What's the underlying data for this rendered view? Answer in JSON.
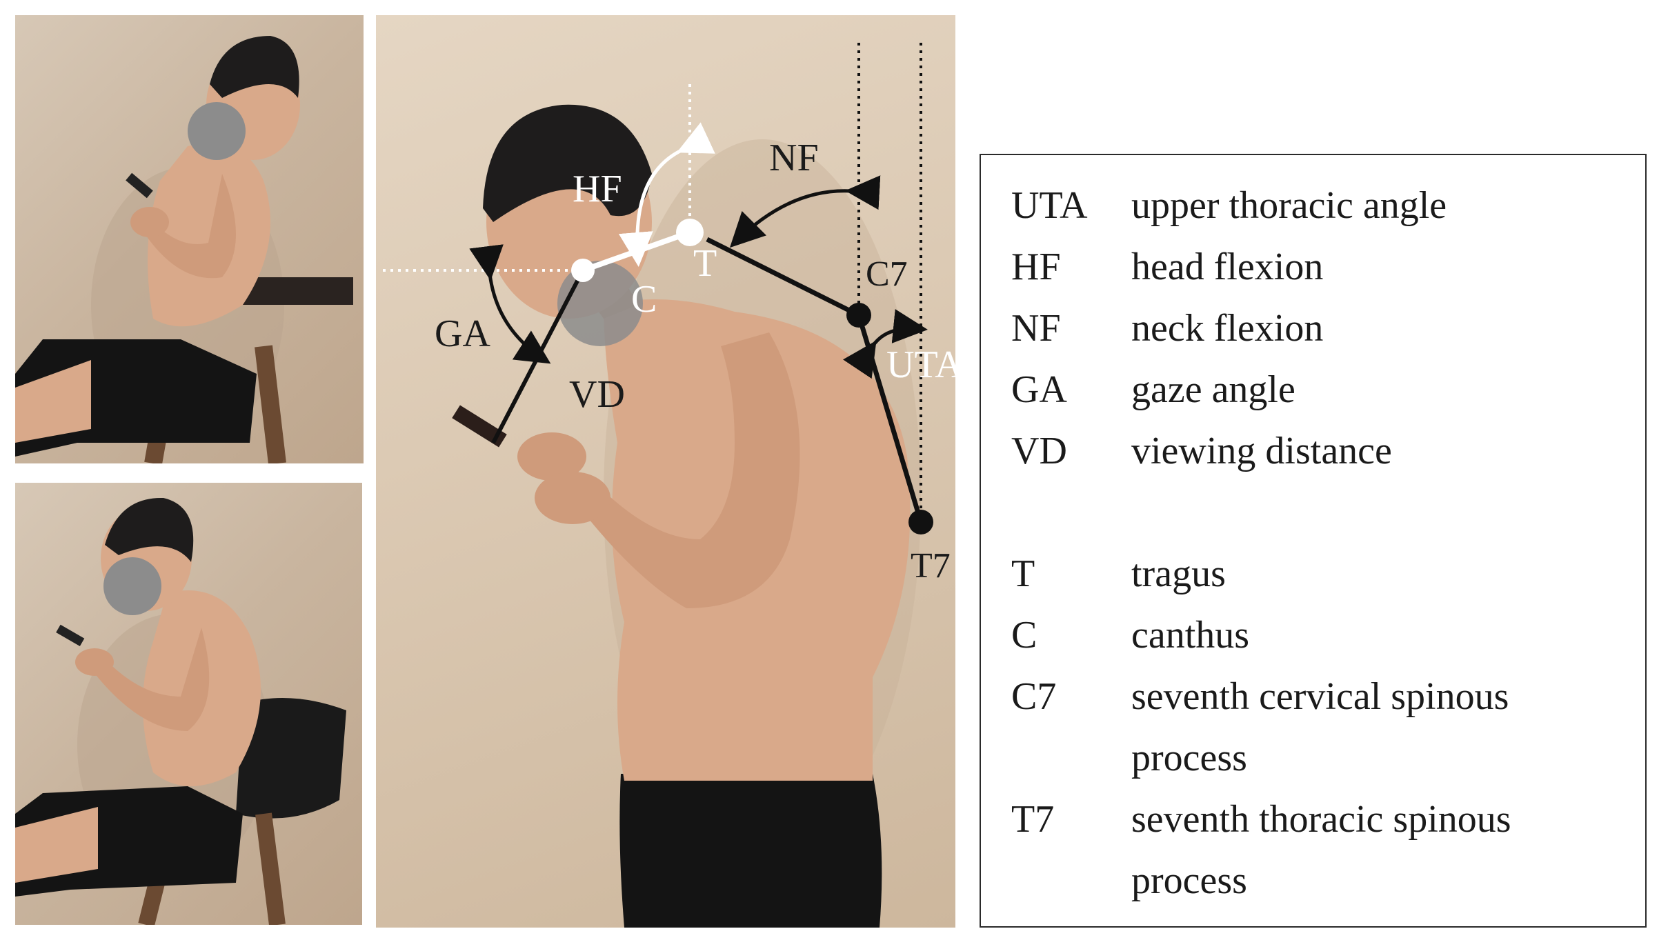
{
  "main_labels": {
    "hf": "HF",
    "nf": "NF",
    "ga": "GA",
    "vd": "VD",
    "uta": "UTA",
    "t": "T",
    "c": "C",
    "c7": "C7",
    "t7": "T7"
  },
  "legend": {
    "items": [
      {
        "abbr": "UTA",
        "desc": "upper thoracic angle"
      },
      {
        "abbr": "HF",
        "desc": "head flexion"
      },
      {
        "abbr": "NF",
        "desc": "neck flexion"
      },
      {
        "abbr": "GA",
        "desc": "gaze angle"
      },
      {
        "abbr": "VD",
        "desc": "viewing distance"
      },
      {
        "abbr": "T",
        "desc": "tragus"
      },
      {
        "abbr": "C",
        "desc": "canthus"
      },
      {
        "abbr": "C7",
        "desc": "seventh cervical spinous",
        "desc_cont": "process"
      },
      {
        "abbr": "T7",
        "desc": "seventh thoracic spinous",
        "desc_cont": "process"
      }
    ]
  },
  "colors": {
    "skin": "#d9a98a",
    "hair": "#1e1c1c",
    "shorts": "#141414",
    "chair": "#6b4a32",
    "face_mask": "#8c8c8c"
  }
}
